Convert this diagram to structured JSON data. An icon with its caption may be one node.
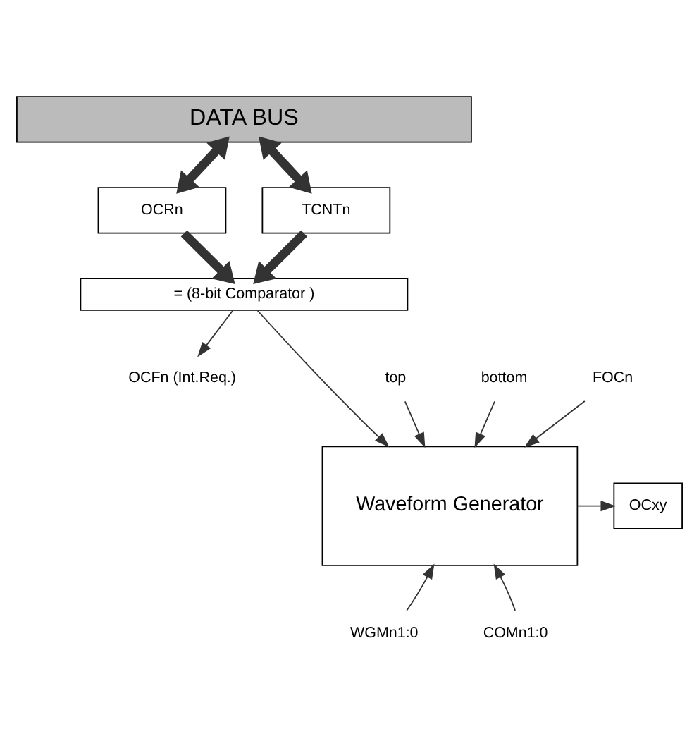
{
  "diagram": {
    "nodes": [
      {
        "text": [
          "DATA BUS"
        ]
      },
      {
        "text": [
          "OCRn"
        ]
      },
      {
        "text": [
          "TCNTn"
        ]
      },
      {
        "text": [
          "= (8-bit Comparator )"
        ]
      },
      {
        "text": [
          "OCFn (Int.Req.)"
        ]
      },
      {
        "text": [
          "top"
        ]
      },
      {
        "text": [
          "bottom"
        ]
      },
      {
        "text": [
          "FOCn"
        ]
      },
      {
        "text": [
          "Waveform Generator"
        ]
      },
      {
        "text": [
          "OCxy"
        ]
      },
      {
        "text": [
          "WGMn1:0"
        ]
      },
      {
        "text": [
          "COMn1:0"
        ]
      }
    ],
    "edges": [
      {
        "from": 0,
        "to": 1,
        "arrow": "both",
        "style": "thick"
      },
      {
        "from": 0,
        "to": 2,
        "arrow": "both",
        "style": "thick"
      },
      {
        "from": 1,
        "to": 3,
        "arrow": "to",
        "style": "thick"
      },
      {
        "from": 2,
        "to": 3,
        "arrow": "to",
        "style": "thick"
      },
      {
        "from": 3,
        "to": 8,
        "arrow": "to"
      },
      {
        "from": 3,
        "to": 4,
        "arrow": "to"
      },
      {
        "from": 5,
        "to": 8,
        "arrow": "to"
      },
      {
        "from": 6,
        "to": 8,
        "arrow": "to"
      },
      {
        "from": 7,
        "to": 8,
        "arrow": "to"
      },
      {
        "from": 8,
        "to": 9,
        "arrow": "to"
      },
      {
        "from": 10,
        "to": 8,
        "arrow": "to"
      },
      {
        "from": 11,
        "to": 8,
        "arrow": "to"
      }
    ]
  }
}
